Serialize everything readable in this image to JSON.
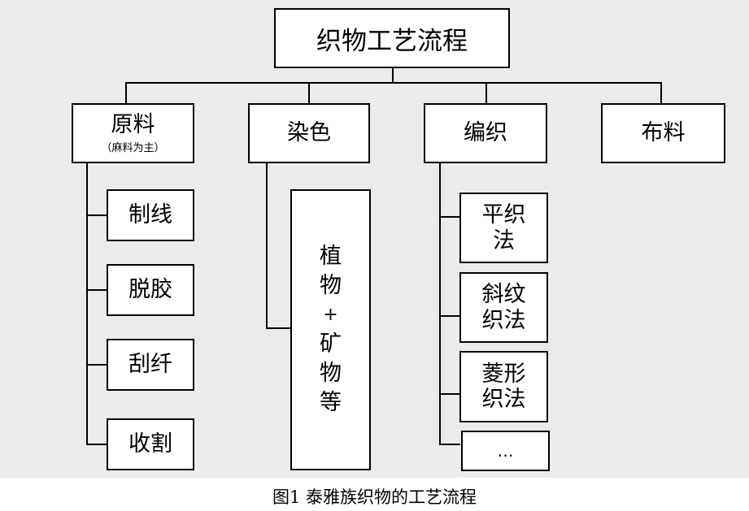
{
  "root": "织物工艺流程",
  "categories": {
    "raw": {
      "label": "原料",
      "note": "（麻料为主）"
    },
    "dye": {
      "label": "染色"
    },
    "weave": {
      "label": "编织"
    },
    "cloth": {
      "label": "布料"
    }
  },
  "raw_steps": [
    "制线",
    "脱胶",
    "刮纤",
    "收割"
  ],
  "dye_material_chars": [
    "植",
    "物",
    "+",
    "矿",
    "物",
    "等"
  ],
  "weave_methods": [
    [
      "平织",
      "法"
    ],
    [
      "斜纹",
      "织法"
    ],
    [
      "菱形",
      "织法"
    ],
    [
      "…"
    ]
  ],
  "caption": "图1  泰雅族织物的工艺流程"
}
